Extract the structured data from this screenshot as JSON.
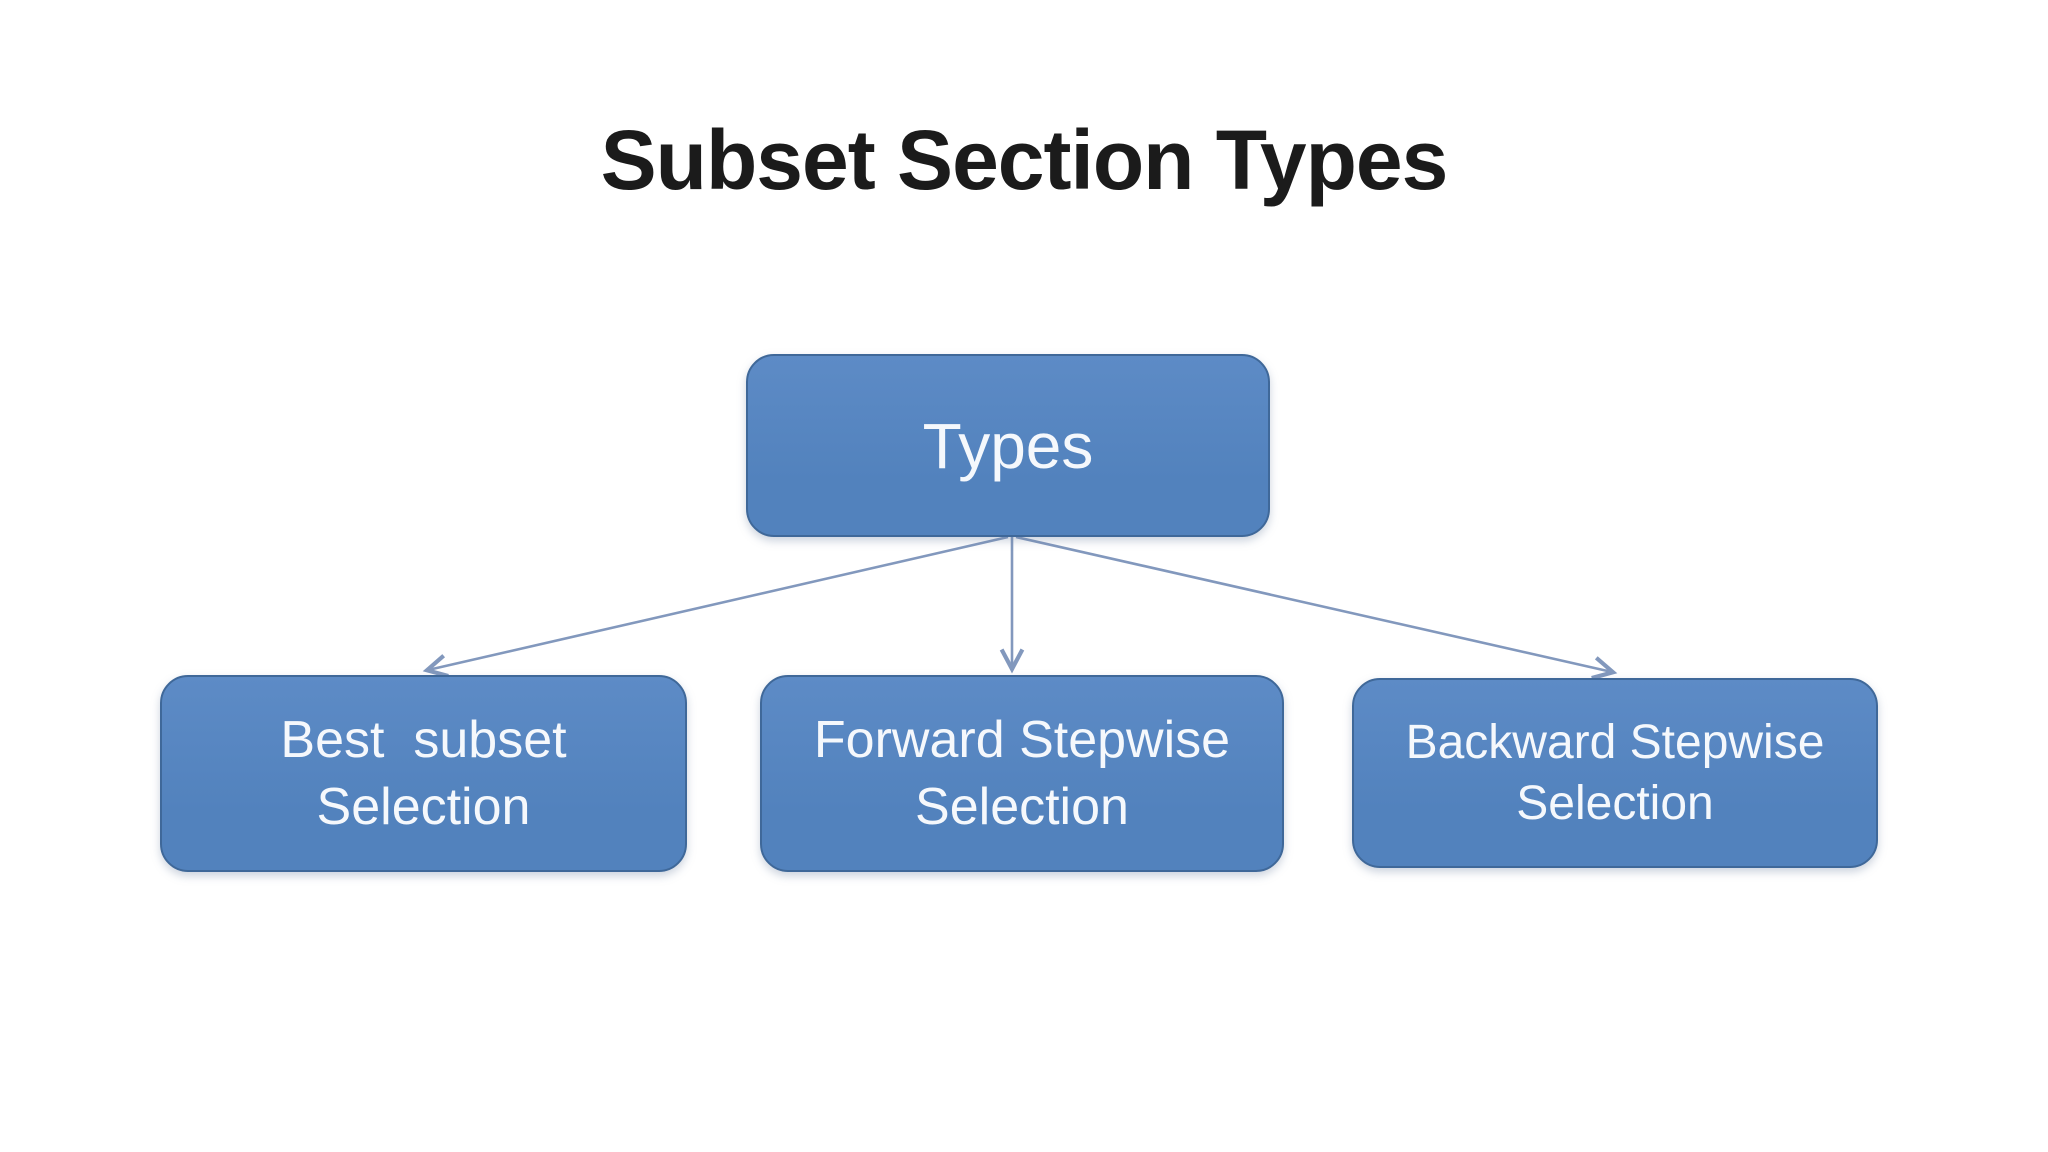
{
  "slide": {
    "title": "Subset Section Types"
  },
  "diagram": {
    "root": {
      "label": "Types"
    },
    "children": [
      {
        "line1": "Best  subset",
        "line2": "Selection"
      },
      {
        "line1": "Forward Stepwise",
        "line2": "Selection"
      },
      {
        "line1": "Backward Stepwise",
        "line2": "Selection"
      }
    ]
  },
  "colors": {
    "background": "#ffffff",
    "title_text": "#1b1b1b",
    "node_fill": "#5282bd",
    "node_fill_light": "#5d8bc6",
    "node_border": "#3f6899",
    "node_text": "#f5f8fc",
    "connector": "#8298bd"
  }
}
